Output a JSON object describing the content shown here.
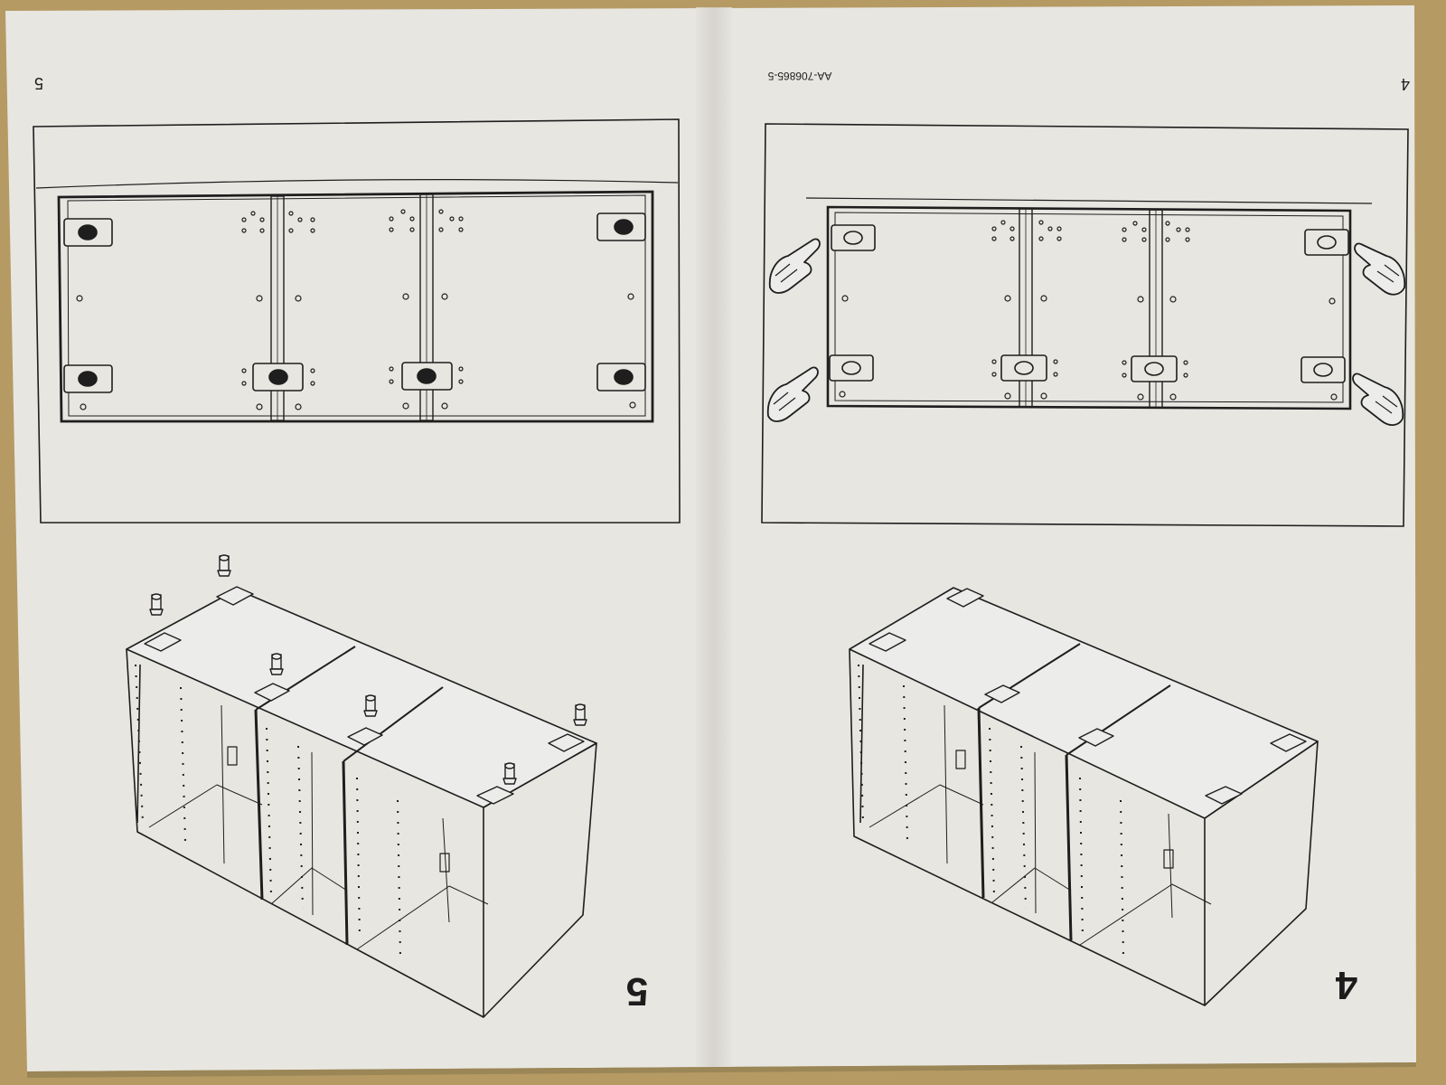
{
  "left_page": {
    "page_number": "5",
    "step_number": "5"
  },
  "right_page": {
    "page_number": "4",
    "article_code": "AA-706865-5",
    "step_number": "4"
  },
  "colors": {
    "paper": "#e9e7e3",
    "paper_shadow": "#d9d6d0",
    "ink": "#1e1e1e",
    "table": "#b59a63"
  }
}
